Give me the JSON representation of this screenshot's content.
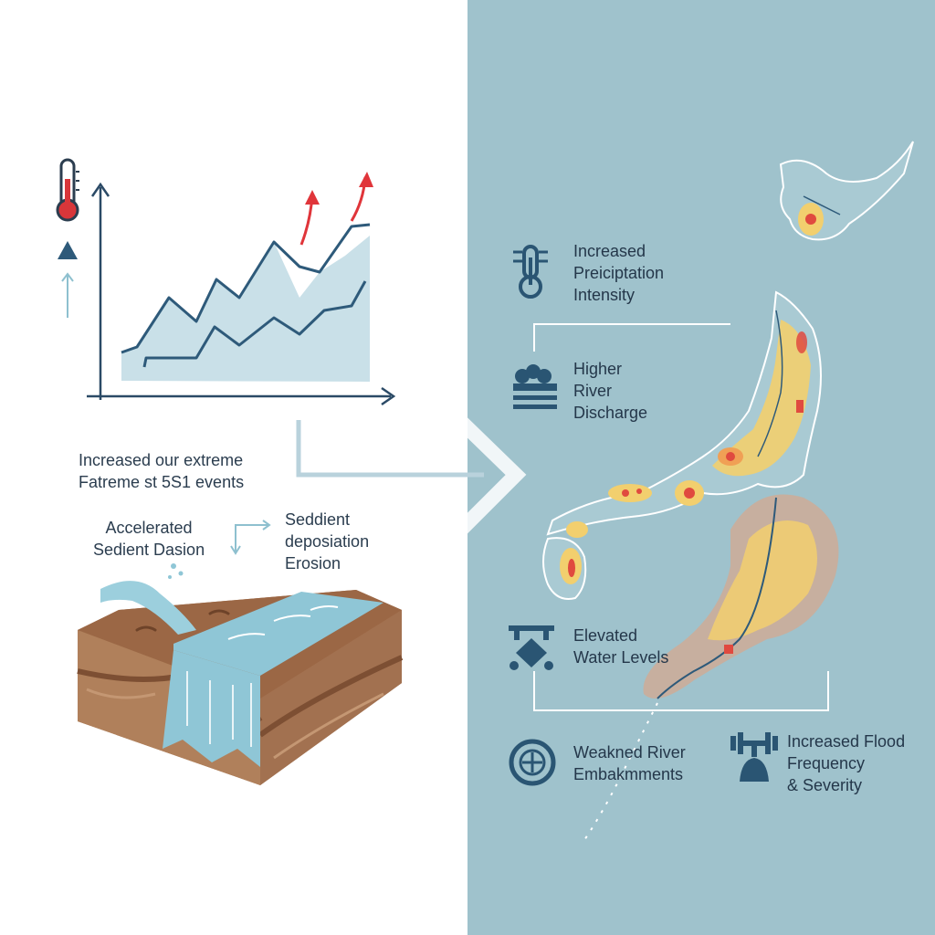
{
  "left": {
    "events_caption": "Increased our extreme\nFatreme st 5S1 events",
    "accelerated_label": "Accelerated\nSedient Dasion",
    "deposition_label": "Seddient\ndeposiation\nErosion"
  },
  "right": {
    "items": [
      {
        "icon": "thermometer-icon",
        "label": "Increased\nPreiciptation\nIntensity"
      },
      {
        "icon": "river-discharge-icon",
        "label": "Higher\nRiver\nDischarge"
      },
      {
        "icon": "water-level-icon",
        "label": "Elevated\nWater Levels"
      },
      {
        "icon": "embankment-icon",
        "label": "Weakned River\nEmbakmments"
      },
      {
        "icon": "flood-weight-icon",
        "label": "Increased Flood\nFrequency\n& Severity"
      }
    ]
  },
  "colors": {
    "background_left": "#ffffff",
    "background_right": "#9fc2cc",
    "chart_line": "#2e5a7a",
    "chart_area": "#c9e0e8",
    "trend_arrow": "#e0353a",
    "connector": "#b9d2dc",
    "soil": "#a87552",
    "water": "#8fc6d6",
    "heat_yellow": "#f2cf6e",
    "heat_red": "#e04a3f"
  }
}
